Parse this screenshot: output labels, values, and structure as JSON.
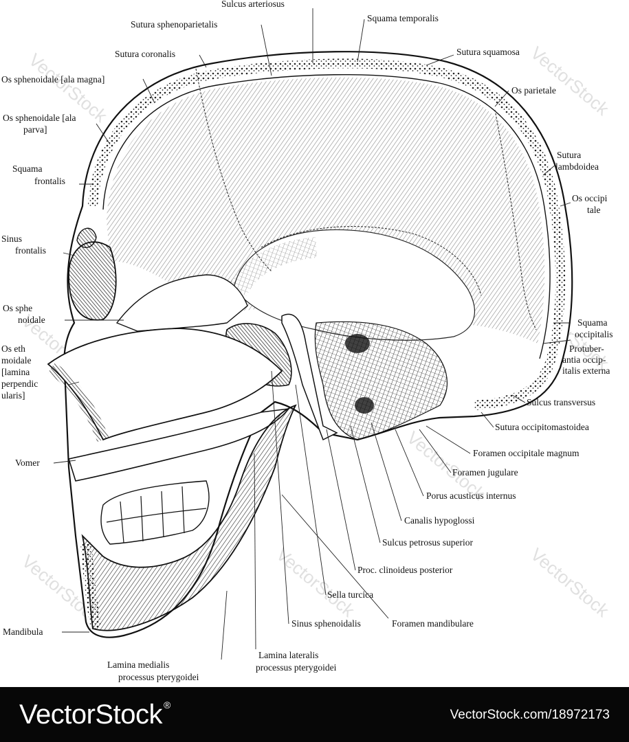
{
  "labels": [
    {
      "id": "sulcus-arteriosus",
      "lines": [
        "Sulcus arteriosus"
      ]
    },
    {
      "id": "sutura-sphenoparietalis",
      "lines": [
        "Sutura sphenoparietalis"
      ]
    },
    {
      "id": "squama-temporalis",
      "lines": [
        "Squama temporalis"
      ]
    },
    {
      "id": "sutura-coronalis",
      "lines": [
        "Sutura coronalis"
      ]
    },
    {
      "id": "sutura-squamosa",
      "lines": [
        "Sutura squamosa"
      ]
    },
    {
      "id": "os-sphenoidale-ala-magna",
      "lines": [
        "Os sphenoidale [ala magna]"
      ]
    },
    {
      "id": "os-parietale",
      "lines": [
        "Os parietale"
      ]
    },
    {
      "id": "os-sphenoidale-ala-parva",
      "lines": [
        "Os sphenoidale [ala",
        "parva]"
      ]
    },
    {
      "id": "sutura-lambdoidea",
      "lines": [
        "Sutura",
        "lambdoidea"
      ]
    },
    {
      "id": "squama-frontalis",
      "lines": [
        "Squama",
        "frontalis"
      ]
    },
    {
      "id": "os-occipitale",
      "lines": [
        "Os occipi",
        "tale"
      ]
    },
    {
      "id": "sinus-frontalis",
      "lines": [
        "Sinus",
        "frontalis"
      ]
    },
    {
      "id": "os-sphenoidale",
      "lines": [
        "Os sphe",
        "noidale"
      ]
    },
    {
      "id": "squama-occipitalis",
      "lines": [
        "Squama",
        "occipitalis"
      ]
    },
    {
      "id": "protuberantia",
      "lines": [
        "Protuber-",
        "antia occip-",
        "italis externa"
      ]
    },
    {
      "id": "os-ethmoidale",
      "lines": [
        "Os eth",
        "moidale",
        "[lamina",
        "perpendic",
        "ularis]"
      ]
    },
    {
      "id": "sulcus-transversus",
      "lines": [
        "Sulcus transversus"
      ]
    },
    {
      "id": "sutura-occipitomastoidea",
      "lines": [
        "Sutura occipitomastoidea"
      ]
    },
    {
      "id": "foramen-occipitale-magnum",
      "lines": [
        "Foramen occipitale magnum"
      ]
    },
    {
      "id": "vomer",
      "lines": [
        "Vomer"
      ]
    },
    {
      "id": "foramen-jugulare",
      "lines": [
        "Foramen jugulare"
      ]
    },
    {
      "id": "porus-acusticus-internus",
      "lines": [
        "Porus acusticus internus"
      ]
    },
    {
      "id": "canalis-hypoglossi",
      "lines": [
        "Canalis hypoglossi"
      ]
    },
    {
      "id": "sulcus-petrosus-superior",
      "lines": [
        "Sulcus petrosus superior"
      ]
    },
    {
      "id": "proc-clinoideus-posterior",
      "lines": [
        "Proc. clinoideus posterior"
      ]
    },
    {
      "id": "sella-turcica",
      "lines": [
        "Sella turcica"
      ]
    },
    {
      "id": "mandibula",
      "lines": [
        "Mandibula"
      ]
    },
    {
      "id": "sinus-sphenoidalis",
      "lines": [
        "Sinus sphenoidalis"
      ]
    },
    {
      "id": "foramen-mandibulare",
      "lines": [
        "Foramen mandibulare"
      ]
    },
    {
      "id": "lamina-lateralis",
      "lines": [
        "Lamina lateralis",
        "processus pterygoidei"
      ]
    },
    {
      "id": "lamina-medialis",
      "lines": [
        "Lamina medialis",
        "processus pterygoidei"
      ]
    }
  ],
  "watermark": "VectorStock",
  "footer": {
    "logo": "VectorStock",
    "logo_mark": "®",
    "url": "VectorStock.com/18972173"
  }
}
